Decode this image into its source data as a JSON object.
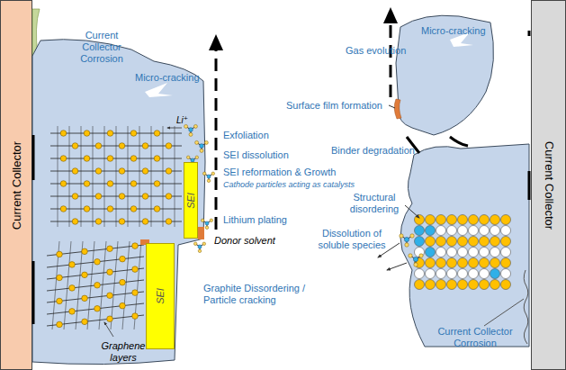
{
  "diagram": {
    "nodes": [
      {
        "text": [
          "Current Collector"
        ]
      },
      {
        "text": [
          "Graphene layers"
        ]
      },
      {
        "text": [
          "SEI"
        ],
        "in": 1
      },
      {
        "text": [
          "SEI"
        ],
        "in": 1
      },
      {
        "text": [
          "Current Collector"
        ]
      }
    ],
    "labels": [
      "Current Collector Corrosion",
      "Micro-cracking",
      "Li⁺",
      "Exfoliation",
      "SEI dissolution",
      "SEI reformation & Growth",
      "Cathode particles acting as catalysts",
      "Lithium plating",
      "Donor solvent",
      "Graphite Dissordering / Particle cracking",
      "Gas evolution",
      "Micro-cracking",
      "Surface film formation",
      "Binder degradation",
      "Structural disordering",
      "Dissolution of soluble species",
      "Current Collector Corrosion"
    ]
  }
}
